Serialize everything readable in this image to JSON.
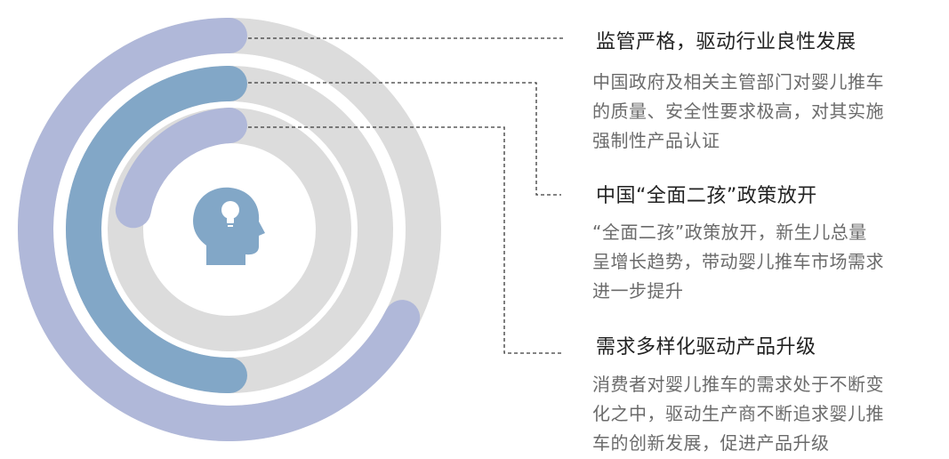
{
  "colors": {
    "track": "#dcdcdc",
    "outer_arc": "#b0b8d9",
    "middle_arc": "#82a7c7",
    "inner_arc": "#b0b8d9",
    "icon": "#82a7c7",
    "leader": "#3a3a3a"
  },
  "center_icon": "head-lightbulb-icon",
  "items": [
    {
      "title": "监管严格，驱动行业良性发展",
      "desc": [
        "中国政府及相关主管部门对婴儿推车",
        "的质量、安全性要求极高，对其实施",
        "强制性产品认证"
      ]
    },
    {
      "title": "中国“全面二孩”政策放开",
      "desc": [
        "“全面二孩”政策放开，新生儿总量",
        "呈增长趋势，带动婴儿推车市场需求",
        "进一步提升"
      ]
    },
    {
      "title": "需求多样化驱动产品升级",
      "desc": [
        "消费者对婴儿推车的需求处于不断变",
        "化之中，驱动生产商不断追求婴儿推",
        "车的创新发展，促进产品升级"
      ]
    }
  ]
}
